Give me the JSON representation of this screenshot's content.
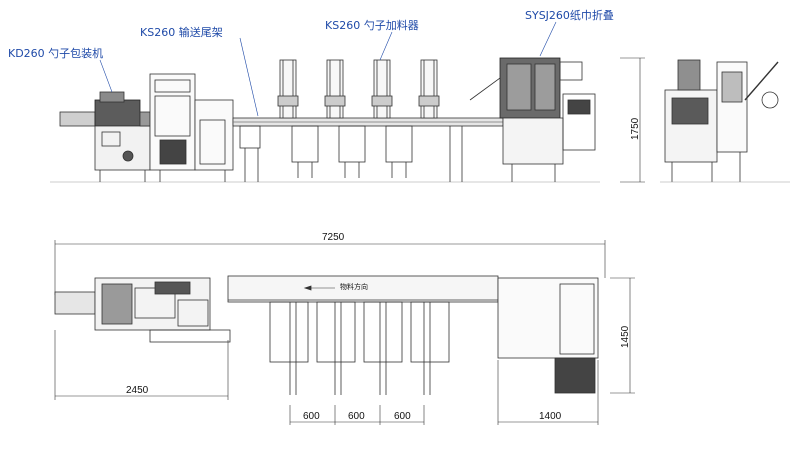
{
  "labels": {
    "wrapper": "KD260 勺子包装机",
    "tail_conveyor": "KS260 输送尾架",
    "feeder": "KS260 勺子加料器",
    "folder": "SYSJ260纸巾折叠"
  },
  "plan_annotation": "物料方向",
  "dimensions": {
    "height": "1750",
    "total_length": "7250",
    "width": "1450",
    "wrapper_length": "2450",
    "pitch": [
      "600",
      "600",
      "600"
    ],
    "folder_length": "1400"
  }
}
